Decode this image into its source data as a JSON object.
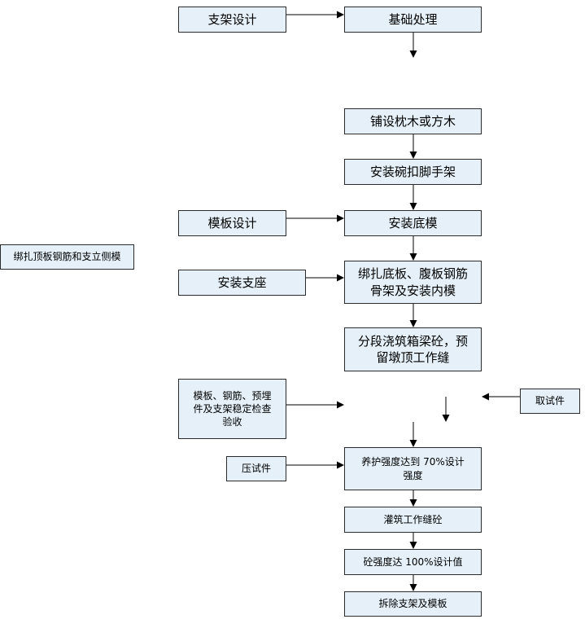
{
  "nodes": {
    "zhijia_sheji": "支架设计",
    "jichu_chuli": "基础处理",
    "pushe_zhenmu": "铺设枕木或方木",
    "anzhuang_wankou": "安装碗扣脚手架",
    "muban_sheji": "模板设计",
    "anzhuang_dimo": "安装底模",
    "bangzha_cemo": "绑扎顶板钢筋和支立侧模",
    "anzhuang_zhizuo": "安装支座",
    "bangzha_dimo": "绑扎底板、腹板钢筋\n骨架及安装内模",
    "fenduan_jiaozhu": "分段浇筑箱梁砼，预\n留墩顶工作缝",
    "jiancha_yanshou": "模板、钢筋、预埋\n件及支架稳定检查\n验收",
    "qu_shijian": "取试件",
    "yang_hu": "养护强度达到 70%设计\n强度",
    "ya_shijian": "压试件",
    "guanzhu_gongzuofeng": "灌筑工作缝砼",
    "tong_qiangdu": "砼强度达 100%设计值",
    "chaichu": "拆除支架及模板"
  }
}
